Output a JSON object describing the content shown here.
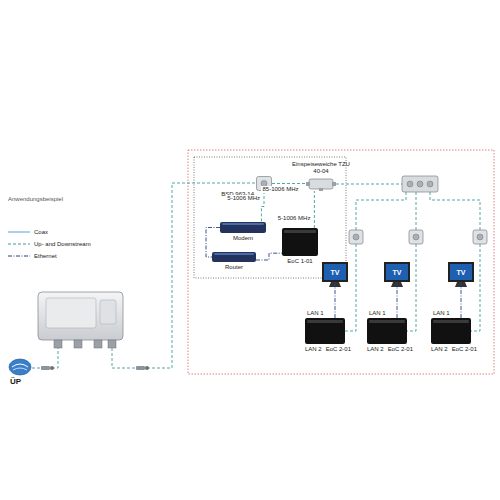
{
  "diagram": {
    "nodes": [
      {
        "text": [
          "BSD 963-14"
        ]
      },
      {
        "text": [
          "Einspeiseweiche TZU 40-04"
        ]
      },
      {
        "text": [
          "Modem"
        ]
      },
      {
        "text": [
          "Router"
        ]
      },
      {
        "text": [
          "EoC 1-01"
        ]
      },
      {
        "text": [
          "TV"
        ]
      },
      {
        "text": [
          "TV"
        ]
      },
      {
        "text": [
          "TV"
        ]
      },
      {
        "text": [
          "LAN 1",
          "LAN 2",
          "EoC 2-01"
        ]
      },
      {
        "text": [
          "LAN 1",
          "LAN 2",
          "EoC 2-01"
        ]
      },
      {
        "text": [
          "LAN 1",
          "LAN 2",
          "EoC 2-01"
        ]
      },
      {
        "text": [
          "ÜP"
        ]
      }
    ],
    "edges": [
      {
        "from": 0,
        "to": 1,
        "label": "85-1006 MHz",
        "arrow": "none"
      },
      {
        "from": 0,
        "to": 2,
        "label": "5-1006 MHz",
        "arrow": "none"
      },
      {
        "from": 4,
        "to": 1,
        "label": "5-1006 MHz",
        "arrow": "none"
      },
      {
        "from": 2,
        "to": 3,
        "arrow": "none"
      },
      {
        "from": 3,
        "to": 4,
        "arrow": "none"
      },
      {
        "from": 5,
        "to": 8,
        "arrow": "none"
      },
      {
        "from": 6,
        "to": 9,
        "arrow": "none"
      },
      {
        "from": 7,
        "to": 10,
        "arrow": "none"
      }
    ],
    "labels": [
      "Anwendungsbeispiel"
    ],
    "legend": [
      {
        "text": "Coax"
      },
      {
        "text": "Up- and Downstream"
      },
      {
        "text": "Ethernet"
      }
    ]
  }
}
